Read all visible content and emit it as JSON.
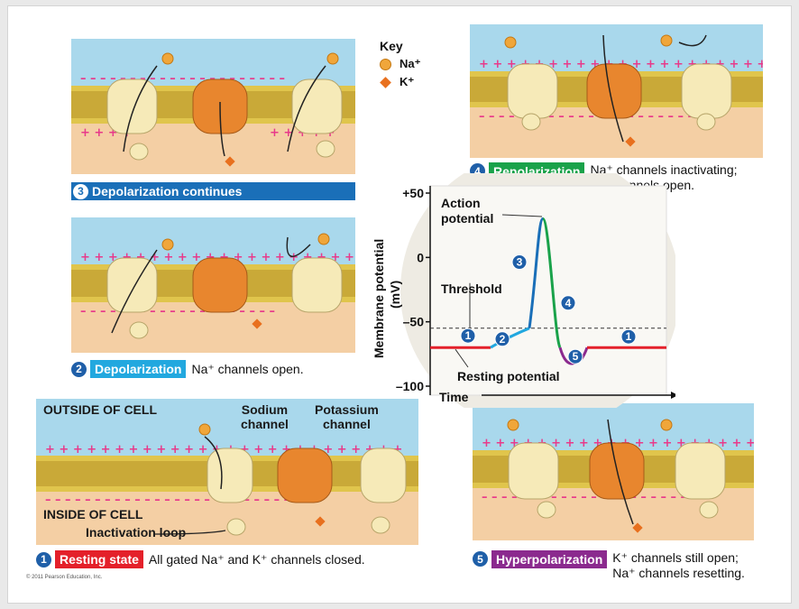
{
  "key": {
    "title": "Key",
    "na": "Na⁺",
    "k": "K⁺"
  },
  "stages": {
    "s1": {
      "num": "1",
      "label": "Resting state",
      "desc": "All gated Na⁺ and K⁺ channels closed."
    },
    "s2": {
      "num": "2",
      "label": "Depolarization",
      "desc": "Na⁺ channels open."
    },
    "s3": {
      "num": "3",
      "label": "Depolarization continues"
    },
    "s4": {
      "num": "4",
      "label": "Repolarization",
      "desc1": "Na⁺ channels inactivating;",
      "desc2": "K⁺ channels open."
    },
    "s5": {
      "num": "5",
      "label": "Hyperpolarization",
      "desc1": "K⁺ channels still open;",
      "desc2": "Na⁺ channels resetting."
    }
  },
  "labels": {
    "outside": "OUTSIDE OF CELL",
    "inside": "INSIDE OF CELL",
    "sodium1": "Sodium",
    "sodium2": "channel",
    "potassium1": "Potassium",
    "potassium2": "channel",
    "inactivation": "Inactivation loop"
  },
  "graph": {
    "ylabel1": "Membrane potential",
    "ylabel2": "(mV)",
    "xlabel": "Time",
    "ticks": [
      "+50",
      "0",
      "–50",
      "–100"
    ],
    "ap1": "Action",
    "ap2": "potential",
    "threshold": "Threshold",
    "resting": "Resting potential",
    "markers": [
      "1",
      "2",
      "3",
      "4",
      "5",
      "1"
    ]
  },
  "chart_data": {
    "type": "line",
    "ylim": [
      -100,
      50
    ],
    "yticks": [
      50,
      0,
      -50,
      -100
    ],
    "ylabel": "Membrane potential (mV)",
    "xlabel": "Time",
    "threshold_mV": -55,
    "resting_mV": -70,
    "peak_mV": 30,
    "undershoot_mV": -82
  },
  "colors": {
    "stage1": "#e4202a",
    "stage2": "#22a8df",
    "stage3": "#1a6fb8",
    "stage4": "#1aa24a",
    "stage5": "#8b2a8e",
    "number": "#1f5fa8",
    "sodium": "#f6eab8",
    "potassium": "#e8862e"
  },
  "copyright": "© 2011 Pearson Education, Inc."
}
